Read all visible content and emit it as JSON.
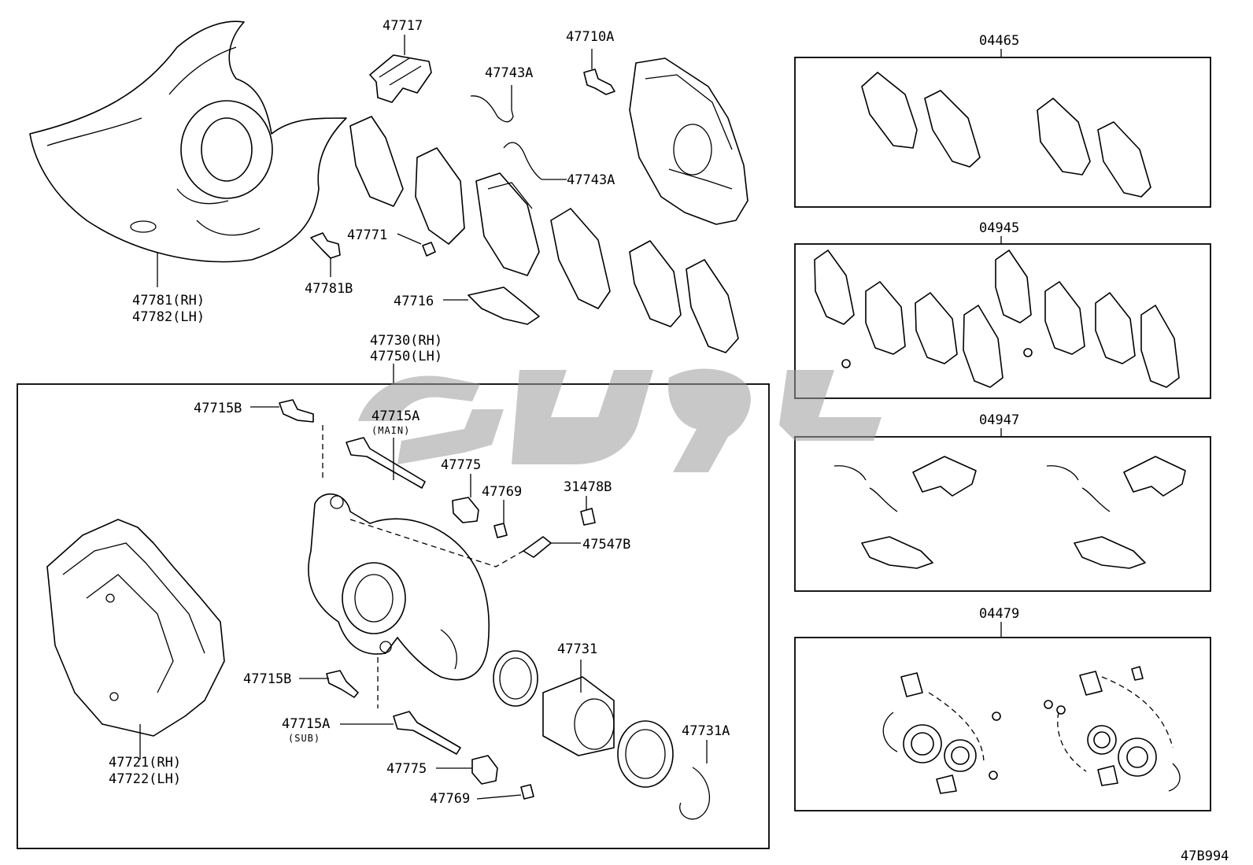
{
  "labels": {
    "l47717": "47717",
    "l47710A": "47710A",
    "l47743A_1": "47743A",
    "l47743A_2": "47743A",
    "l47771": "47771",
    "l47781B": "47781B",
    "l47716": "47716",
    "l47781_rh": "47781(RH)",
    "l47782_lh": "47782(LH)",
    "l47730_rh": "47730(RH)",
    "l47750_lh": "47750(LH)",
    "l47715B_1": "47715B",
    "l47715A_main": "47715A",
    "l_main": "(MAIN)",
    "l47775_1": "47775",
    "l47769_1": "47769",
    "l31478B": "31478B",
    "l47547B": "47547B",
    "l47731": "47731",
    "l47731A": "47731A",
    "l47715B_2": "47715B",
    "l47715A_sub": "47715A",
    "l_sub": "(SUB)",
    "l47775_2": "47775",
    "l47769_2": "47769",
    "l47721_rh": "47721(RH)",
    "l47722_lh": "47722(LH)",
    "l04465": "04465",
    "l04945": "04945",
    "l04947": "04947",
    "l04479": "04479",
    "ref": "47B994"
  },
  "colors": {
    "line": "#000000",
    "watermark": "#9a9a9a",
    "background": "#ffffff"
  }
}
